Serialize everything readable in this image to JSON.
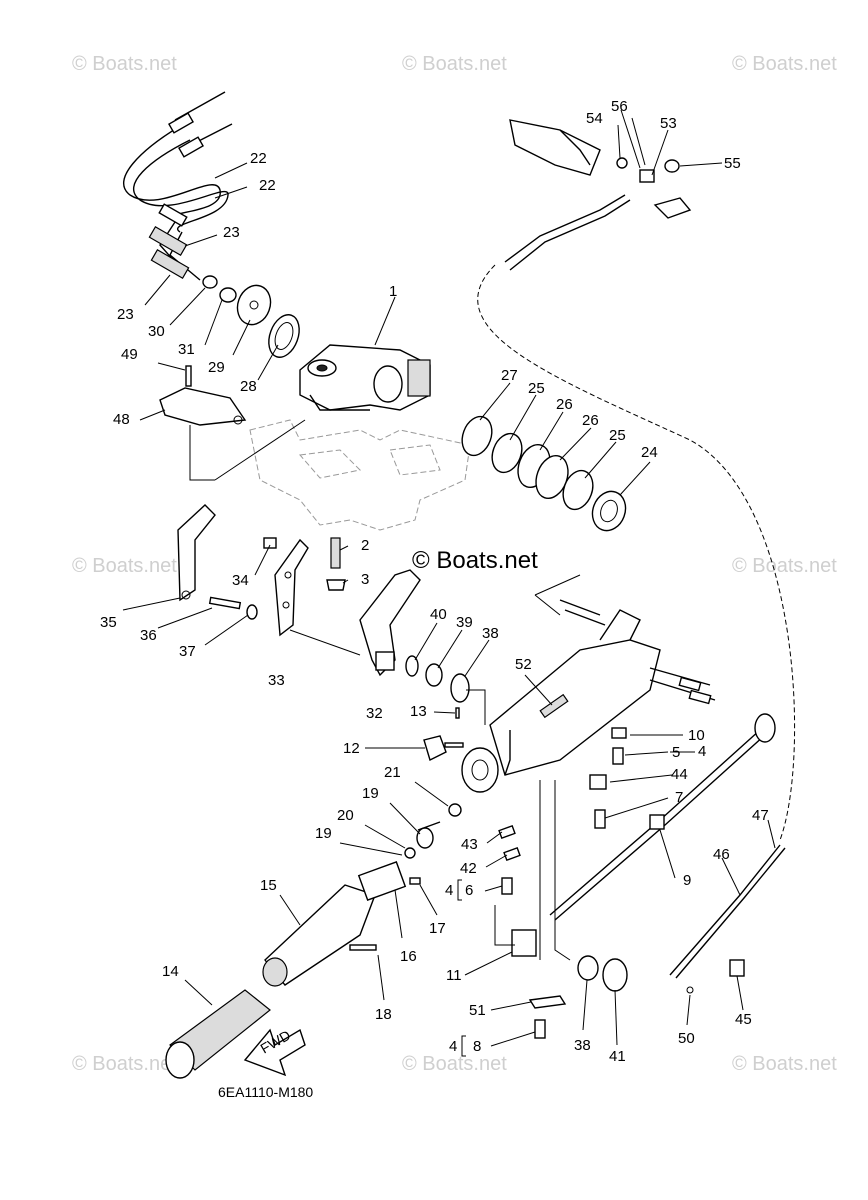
{
  "diagram_code": "6EA1110-M180",
  "watermark": "© Boats.net",
  "fwd_arrow": "FWD",
  "labels": {
    "p1": "1",
    "p2": "2",
    "p3": "3",
    "p4a": "4",
    "p4b": "4",
    "p4c": "4",
    "p5": "5",
    "p6": "6",
    "p7": "7",
    "p8": "8",
    "p9": "9",
    "p10": "10",
    "p11": "11",
    "p12": "12",
    "p13": "13",
    "p14": "14",
    "p15": "15",
    "p16": "16",
    "p17": "17",
    "p18": "18",
    "p19a": "19",
    "p19b": "19",
    "p20": "20",
    "p21": "21",
    "p22a": "22",
    "p22b": "22",
    "p23a": "23",
    "p23b": "23",
    "p24": "24",
    "p25a": "25",
    "p25b": "25",
    "p26a": "26",
    "p26b": "26",
    "p27": "27",
    "p28": "28",
    "p29": "29",
    "p30": "30",
    "p31": "31",
    "p32": "32",
    "p33": "33",
    "p34": "34",
    "p35": "35",
    "p36": "36",
    "p37": "37",
    "p38a": "38",
    "p38b": "38",
    "p39": "39",
    "p40": "40",
    "p41": "41",
    "p42": "42",
    "p43": "43",
    "p44": "44",
    "p45": "45",
    "p46": "46",
    "p47": "47",
    "p48": "48",
    "p49": "49",
    "p50": "50",
    "p51": "51",
    "p52": "52",
    "p53": "53",
    "p54": "54",
    "p55": "55",
    "p56": "56"
  }
}
